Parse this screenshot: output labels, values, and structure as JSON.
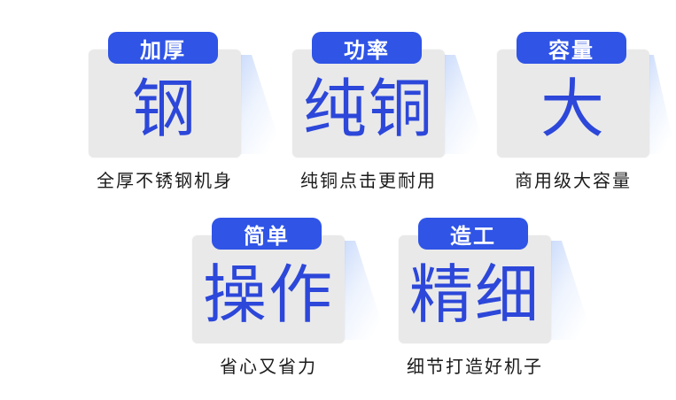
{
  "features": [
    {
      "tag": "加厚",
      "big": "钢",
      "caption": "全厚不锈钢机身"
    },
    {
      "tag": "功率",
      "big": "纯铜",
      "caption": "纯铜点击更耐用"
    },
    {
      "tag": "容量",
      "big": "大",
      "caption": "商用级大容量"
    },
    {
      "tag": "简单",
      "big": "操作",
      "caption": "省心又省力"
    },
    {
      "tag": "造工",
      "big": "精细",
      "caption": "细节打造好机子"
    }
  ]
}
